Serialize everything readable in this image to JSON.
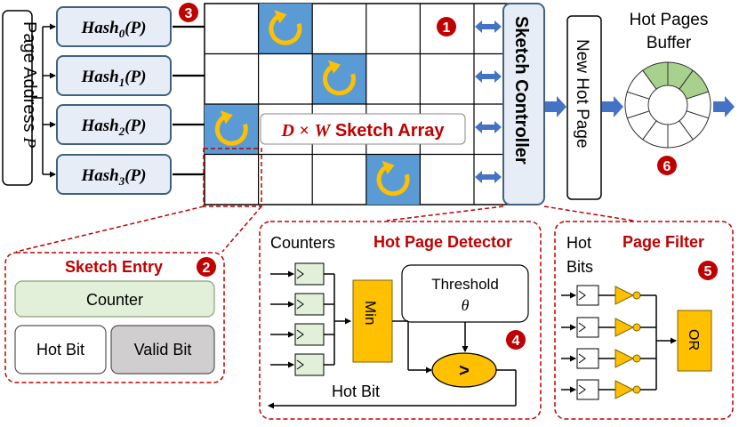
{
  "page_address_label": "Page Address",
  "page_address_var": "P",
  "hash_functions": [
    {
      "name": "Hash",
      "sub": "0",
      "arg": "(P)"
    },
    {
      "name": "Hash",
      "sub": "1",
      "arg": "(P)"
    },
    {
      "name": "Hash",
      "sub": "2",
      "arg": "(P)"
    },
    {
      "name": "Hash",
      "sub": "3",
      "arg": "(P)"
    }
  ],
  "sketch_array": {
    "label_d": "D",
    "label_times": "×",
    "label_w": "W",
    "label_text": "Sketch Array"
  },
  "sketch_controller": "Sketch Controller",
  "new_hot_page": "New Hot Page",
  "hot_pages_buffer": {
    "line1": "Hot Pages",
    "line2": "Buffer"
  },
  "badges": {
    "b1": "1",
    "b2": "2",
    "b3": "3",
    "b4": "4",
    "b5": "5",
    "b6": "6"
  },
  "sketch_entry": {
    "title": "Sketch Entry",
    "counter": "Counter",
    "hot_bit": "Hot Bit",
    "valid_bit": "Valid Bit"
  },
  "hot_page_detector": {
    "title": "Hot Page Detector",
    "counters": "Counters",
    "min": "Min",
    "threshold": "Threshold",
    "theta": "θ",
    "gt": ">",
    "hot_bit": "Hot Bit"
  },
  "page_filter": {
    "title": "Page Filter",
    "hot": "Hot",
    "bits": "Bits",
    "or": "OR"
  },
  "colors": {
    "box_fill": "#e6edf6",
    "box_stroke": "#42617f",
    "cell_blue": "#5b9bd5",
    "arrow_blue": "#4472c4",
    "spinner": "#ffc000",
    "badge_red": "#c00000",
    "title_red": "#c00000",
    "dash_red": "#c00000",
    "counter_green": "#e2efd9",
    "counter_stroke": "#8aa07a",
    "gray_box": "#d0cece",
    "min_orange": "#ffc000",
    "buffer_green": "#a9d18e"
  }
}
